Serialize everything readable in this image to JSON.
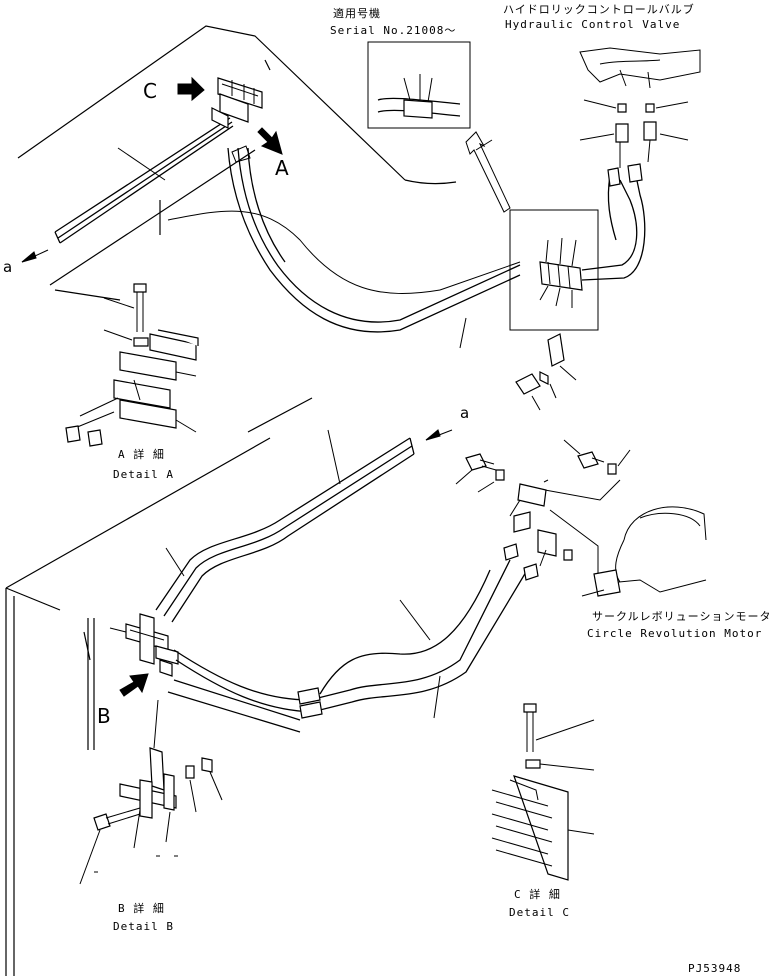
{
  "serial_label_jp": "適用号機",
  "serial_label": "Serial No.21008～",
  "valve_label_jp": "ハイドロリックコントロールバルブ",
  "valve_label": "Hydraulic Control Valve",
  "motor_label_jp": "サークルレボリューションモータ",
  "motor_label": "Circle Revolution Motor",
  "detail_a_jp": "A 詳 細",
  "detail_a": "Detail A",
  "detail_b_jp": "B 詳 細",
  "detail_b": "Detail B",
  "detail_c_jp": "C 詳 細",
  "detail_c": "Detail C",
  "view_c": "C",
  "view_a": "A",
  "view_b": "B",
  "arrow_a_top": "a",
  "arrow_a_mid": "a",
  "drawing_number": "PJ53948"
}
